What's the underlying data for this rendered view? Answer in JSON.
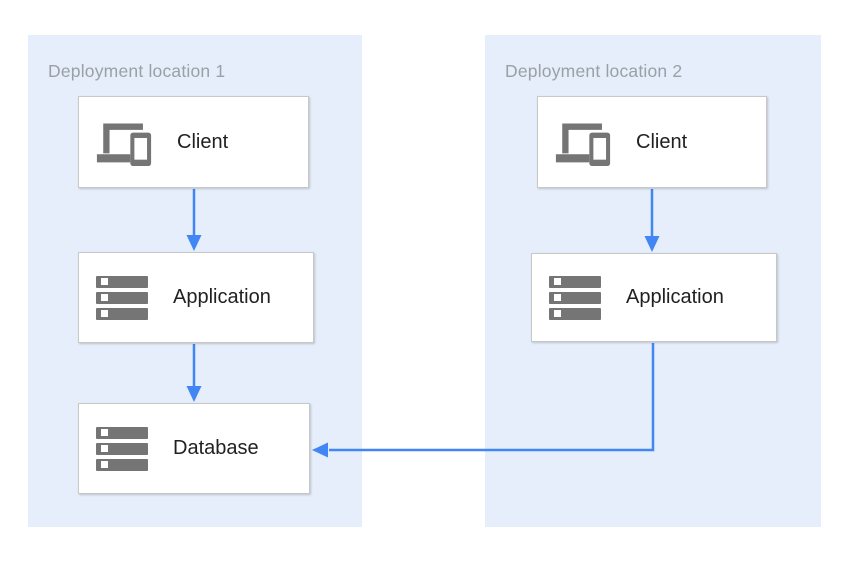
{
  "colors": {
    "container_fill": "#e5eefa",
    "node_fill": "#ffffff",
    "node_border": "#c8c8c8",
    "icon_gray": "#757575",
    "arrow_blue": "#4285f4",
    "label_gray": "#9aa0a6",
    "node_text": "#212121",
    "page_bg": "#ffffff"
  },
  "diagram": {
    "containers": [
      {
        "label": "Deployment location 1",
        "nodes": [
          {
            "label": "Client",
            "icon": "devices-icon"
          },
          {
            "label": "Application",
            "icon": "server-stack-icon"
          },
          {
            "label": "Database",
            "icon": "server-stack-icon"
          }
        ]
      },
      {
        "label": "Deployment location 2",
        "nodes": [
          {
            "label": "Client",
            "icon": "devices-icon"
          },
          {
            "label": "Application",
            "icon": "server-stack-icon"
          }
        ]
      }
    ],
    "edges": [
      {
        "from": "location1.client",
        "to": "location1.application",
        "style": "straight-down"
      },
      {
        "from": "location1.application",
        "to": "location1.database",
        "style": "straight-down"
      },
      {
        "from": "location2.client",
        "to": "location2.application",
        "style": "straight-down"
      },
      {
        "from": "location2.application",
        "to": "location1.database",
        "style": "down-then-left"
      }
    ]
  }
}
